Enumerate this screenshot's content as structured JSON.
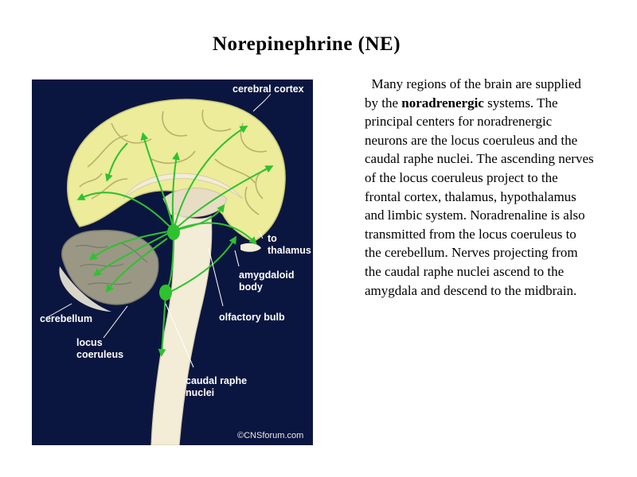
{
  "title": "Norepinephrine (NE)",
  "figure": {
    "labels": {
      "cerebral_cortex": "cerebral cortex",
      "to": "to",
      "thalamus": "thalamus",
      "amygdaloid": "amygdaloid",
      "body": "body",
      "cerebellum": "cerebellum",
      "olfactory_bulb": "olfactory bulb",
      "locus": "locus",
      "coeruleus": "coeruleus",
      "caudal_raphe": "caudal raphe",
      "nuclei": "nuclei",
      "credit": "©CNSforum.com"
    },
    "colors": {
      "background": "#0b1640",
      "cortex": "#ecec9a",
      "cerebellum": "#9a9885",
      "brainstem": "#f3ecd6",
      "pathway": "#2ec22e"
    }
  },
  "paragraph": {
    "part1": "Many regions of the brain are supplied by the",
    "bold": "noradrenergic",
    "part2": "systems. The principal centers for noradrenergic neurons are the locus coeruleus and the caudal raphe nuclei. The ascending nerves of the locus coeruleus project to the frontal cortex, thalamus, hypothalamus and limbic system. Noradrenaline is also transmitted from the locus coeruleus to the cerebellum. Nerves projecting from the caudal raphe nuclei ascend to the amygdala and descend to the midbrain."
  }
}
